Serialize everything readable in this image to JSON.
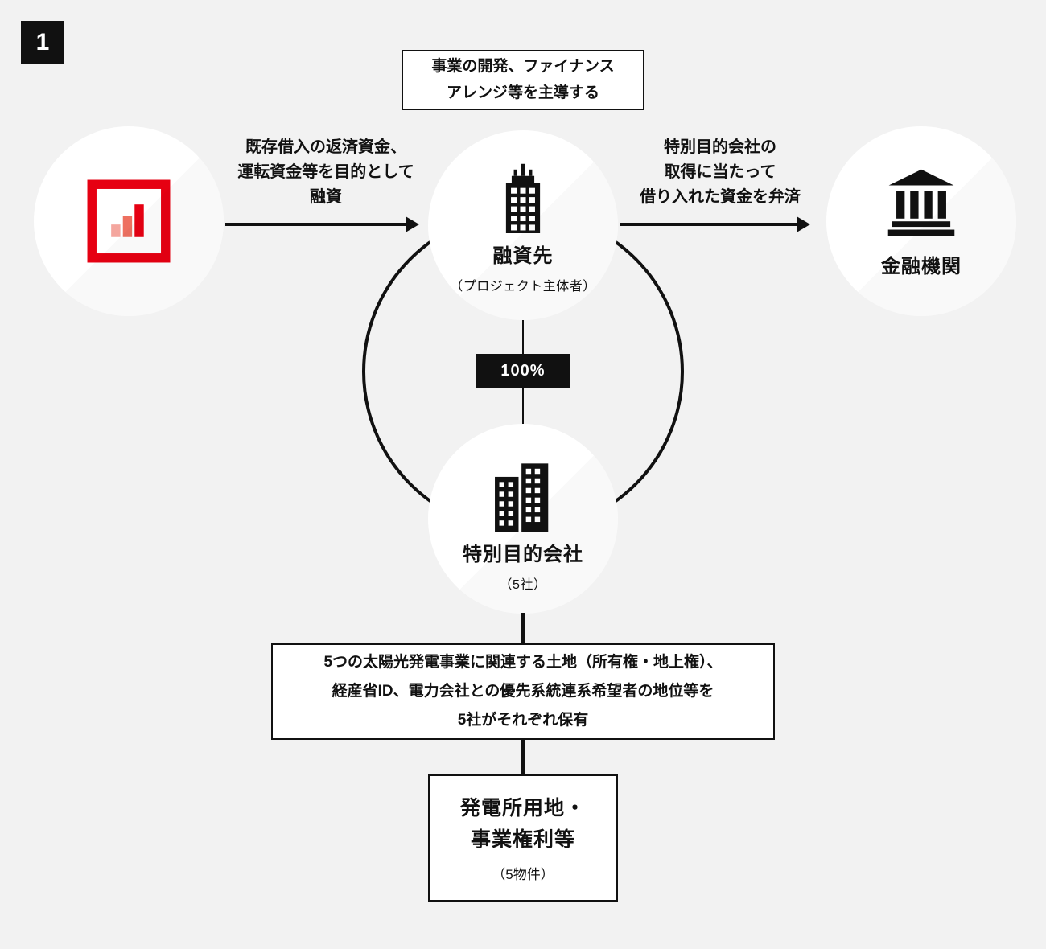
{
  "page": {
    "badge": "1"
  },
  "top_note": {
    "lines": [
      "事業の開発、ファイナンス",
      "アレンジ等を主導する"
    ]
  },
  "flows": {
    "loan": {
      "lines": [
        "既存借入の返済資金、",
        "運転資金等を目的として",
        "融資"
      ]
    },
    "repay": {
      "lines": [
        "特別目的会社の",
        "取得に当たって",
        "借り入れた資金を弁済"
      ]
    }
  },
  "nodes": {
    "originator": {
      "icon": "red-bar-chart-logo"
    },
    "lender": {
      "title": "融資先",
      "subtitle": "（プロジェクト主体者）",
      "icon": "office-building"
    },
    "bank": {
      "title": "金融機関",
      "icon": "bank-building"
    },
    "spc": {
      "title": "特別目的会社",
      "subtitle": "（5社）",
      "icon": "twin-buildings"
    }
  },
  "ownership_label": "100%",
  "asset_note": {
    "lines": [
      "5つの太陽光発電事業に関連する土地（所有権・地上権）、",
      "経産省ID、電力会社との優先系統連系希望者の地位等を",
      "5社がそれぞれ保有"
    ]
  },
  "asset_box": {
    "title_lines": [
      "発電所用地・",
      "事業権利等"
    ],
    "subtitle": "（5物件）"
  },
  "colors": {
    "background": "#f2f2f2",
    "ink": "#111111",
    "accent_red": "#e60012",
    "bar_light": "#f4a69e",
    "bar_mid": "#ee7060"
  }
}
